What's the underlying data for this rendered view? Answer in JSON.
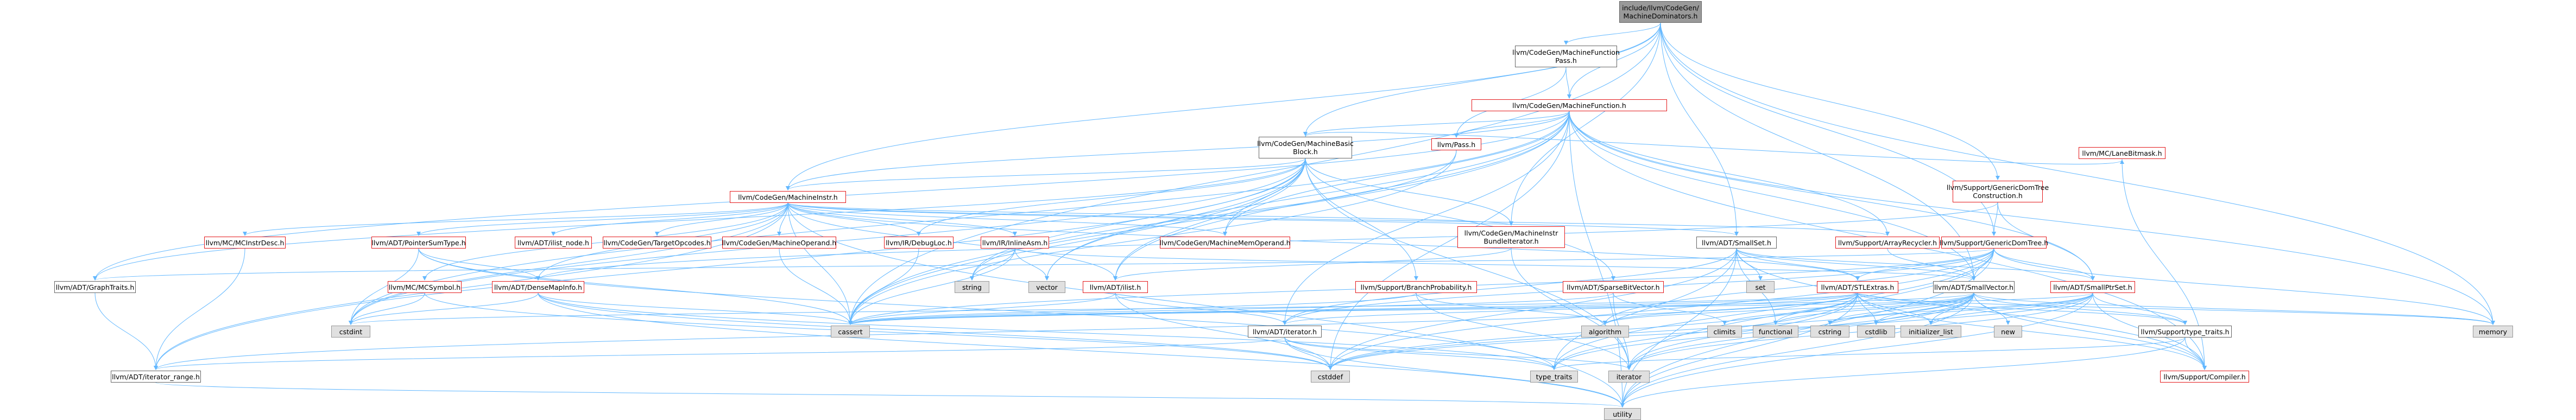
{
  "colors": {
    "edge": "#63b8ff",
    "background": "#ffffff",
    "documented_border": "#666666",
    "incomplete_border": "#e41a1c",
    "external_fill": "#e0e0e0",
    "root_fill": "#999999"
  },
  "nodes": [
    {
      "id": "root",
      "label": "include/llvm/CodeGen/\nMachineDominators.h",
      "kind": "root"
    },
    {
      "id": "mfpass",
      "label": "llvm/CodeGen/MachineFunction\nPass.h",
      "kind": "doc"
    },
    {
      "id": "mf",
      "label": "llvm/CodeGen/MachineFunction.h",
      "kind": "red"
    },
    {
      "id": "mbb",
      "label": "llvm/CodeGen/MachineBasic\nBlock.h",
      "kind": "doc"
    },
    {
      "id": "pass",
      "label": "llvm/Pass.h",
      "kind": "red"
    },
    {
      "id": "gdtc",
      "label": "llvm/Support/GenericDomTree\nConstruction.h",
      "kind": "red"
    },
    {
      "id": "lanebit",
      "label": "llvm/MC/LaneBitmask.h",
      "kind": "red"
    },
    {
      "id": "mi",
      "label": "llvm/CodeGen/MachineInstr.h",
      "kind": "red"
    },
    {
      "id": "gdt",
      "label": "llvm/Support/GenericDomTree.h",
      "kind": "red"
    },
    {
      "id": "mcinstrdesc",
      "label": "llvm/MC/MCInstrDesc.h",
      "kind": "red"
    },
    {
      "id": "ptrsum",
      "label": "llvm/ADT/PointerSumType.h",
      "kind": "red"
    },
    {
      "id": "ilistnode",
      "label": "llvm/ADT/ilist_node.h",
      "kind": "red"
    },
    {
      "id": "targetop",
      "label": "llvm/CodeGen/TargetOpcodes.h",
      "kind": "red"
    },
    {
      "id": "mop",
      "label": "llvm/CodeGen/MachineOperand.h",
      "kind": "red"
    },
    {
      "id": "debugloc",
      "label": "llvm/IR/DebugLoc.h",
      "kind": "red"
    },
    {
      "id": "inlineasm",
      "label": "llvm/IR/InlineAsm.h",
      "kind": "red"
    },
    {
      "id": "mmo",
      "label": "llvm/CodeGen/MachineMemOperand.h",
      "kind": "red"
    },
    {
      "id": "mibundle",
      "label": "llvm/CodeGen/MachineInstr\nBundleIterator.h",
      "kind": "red"
    },
    {
      "id": "smallset",
      "label": "llvm/ADT/SmallSet.h",
      "kind": "doc"
    },
    {
      "id": "arrayrec",
      "label": "llvm/Support/ArrayRecycler.h",
      "kind": "red"
    },
    {
      "id": "graphtraits",
      "label": "llvm/ADT/GraphTraits.h",
      "kind": "doc"
    },
    {
      "id": "mcsymbol",
      "label": "llvm/MC/MCSymbol.h",
      "kind": "red"
    },
    {
      "id": "densemapinfo",
      "label": "llvm/ADT/DenseMapInfo.h",
      "kind": "red"
    },
    {
      "id": "ilist",
      "label": "llvm/ADT/ilist.h",
      "kind": "red"
    },
    {
      "id": "branchprob",
      "label": "llvm/Support/BranchProbability.h",
      "kind": "red"
    },
    {
      "id": "sparsebit",
      "label": "llvm/ADT/SparseBitVector.h",
      "kind": "red"
    },
    {
      "id": "stlextras",
      "label": "llvm/ADT/STLExtras.h",
      "kind": "red"
    },
    {
      "id": "smallvector",
      "label": "llvm/ADT/SmallVector.h",
      "kind": "doc"
    },
    {
      "id": "smallptrset",
      "label": "llvm/ADT/SmallPtrSet.h",
      "kind": "red"
    },
    {
      "id": "iterator",
      "label": "llvm/ADT/iterator.h",
      "kind": "doc"
    },
    {
      "id": "typetraits",
      "label": "llvm/Support/type_traits.h",
      "kind": "doc"
    },
    {
      "id": "iterrange",
      "label": "llvm/ADT/iterator_range.h",
      "kind": "doc"
    },
    {
      "id": "compiler",
      "label": "llvm/Support/Compiler.h",
      "kind": "red"
    },
    {
      "id": "string",
      "label": "string",
      "kind": "ext"
    },
    {
      "id": "vector",
      "label": "vector",
      "kind": "ext"
    },
    {
      "id": "set",
      "label": "set",
      "kind": "ext"
    },
    {
      "id": "cstdint",
      "label": "cstdint",
      "kind": "ext"
    },
    {
      "id": "cassert",
      "label": "cassert",
      "kind": "ext"
    },
    {
      "id": "algorithm",
      "label": "algorithm",
      "kind": "ext"
    },
    {
      "id": "climits",
      "label": "climits",
      "kind": "ext"
    },
    {
      "id": "functional",
      "label": "functional",
      "kind": "ext"
    },
    {
      "id": "cstring",
      "label": "cstring",
      "kind": "ext"
    },
    {
      "id": "cstdlib",
      "label": "cstdlib",
      "kind": "ext"
    },
    {
      "id": "initlist",
      "label": "initializer_list",
      "kind": "ext"
    },
    {
      "id": "new",
      "label": "new",
      "kind": "ext"
    },
    {
      "id": "memory",
      "label": "memory",
      "kind": "ext"
    },
    {
      "id": "cstddef",
      "label": "cstddef",
      "kind": "ext"
    },
    {
      "id": "type_traits",
      "label": "type_traits",
      "kind": "ext"
    },
    {
      "id": "iter",
      "label": "iterator",
      "kind": "ext"
    },
    {
      "id": "utility",
      "label": "utility",
      "kind": "ext"
    }
  ],
  "edges": [
    [
      "root",
      "mfpass"
    ],
    [
      "root",
      "mf"
    ],
    [
      "root",
      "mbb"
    ],
    [
      "root",
      "mi"
    ],
    [
      "root",
      "gdtc"
    ],
    [
      "root",
      "gdt"
    ],
    [
      "root",
      "smallset"
    ],
    [
      "root",
      "mibundle"
    ],
    [
      "root",
      "smallvector"
    ],
    [
      "root",
      "memory"
    ],
    [
      "root",
      "cassert"
    ],
    [
      "mfpass",
      "mf"
    ],
    [
      "mfpass",
      "pass"
    ],
    [
      "mf",
      "mbb"
    ],
    [
      "mf",
      "pass"
    ],
    [
      "mf",
      "arrayrec"
    ],
    [
      "mf",
      "graphtraits"
    ],
    [
      "mf",
      "smallvector"
    ],
    [
      "mf",
      "mi"
    ],
    [
      "mf",
      "ilist"
    ],
    [
      "mf",
      "iterator"
    ],
    [
      "mf",
      "cstdint"
    ],
    [
      "mf",
      "memory"
    ],
    [
      "mf",
      "utility"
    ],
    [
      "mf",
      "vector"
    ],
    [
      "mf",
      "cassert"
    ],
    [
      "mf",
      "cstddef"
    ],
    [
      "mf",
      "smallptrset"
    ],
    [
      "mf",
      "mmo"
    ],
    [
      "mf",
      "compiler"
    ],
    [
      "mbb",
      "mi"
    ],
    [
      "mbb",
      "lanebit"
    ],
    [
      "mbb",
      "mibundle"
    ],
    [
      "mbb",
      "debugloc"
    ],
    [
      "mbb",
      "graphtraits"
    ],
    [
      "mbb",
      "iterrange"
    ],
    [
      "mbb",
      "ilist"
    ],
    [
      "mbb",
      "branchprob"
    ],
    [
      "mbb",
      "sparsebit"
    ],
    [
      "mbb",
      "cassert"
    ],
    [
      "mbb",
      "cstdint"
    ],
    [
      "mbb",
      "iter"
    ],
    [
      "mbb",
      "string"
    ],
    [
      "mbb",
      "vector"
    ],
    [
      "mbb",
      "mmo"
    ],
    [
      "pass",
      "string"
    ],
    [
      "pass",
      "cassert"
    ],
    [
      "gdtc",
      "gdt"
    ],
    [
      "gdtc",
      "smallptrset"
    ],
    [
      "gdtc",
      "densemapinfo"
    ],
    [
      "lanebit",
      "compiler"
    ],
    [
      "gdt",
      "graphtraits"
    ],
    [
      "gdt",
      "iterator"
    ],
    [
      "gdt",
      "smallptrset"
    ],
    [
      "gdt",
      "smallvector"
    ],
    [
      "gdt",
      "algorithm"
    ],
    [
      "gdt",
      "cassert"
    ],
    [
      "gdt",
      "cstddef"
    ],
    [
      "gdt",
      "iter"
    ],
    [
      "gdt",
      "memory"
    ],
    [
      "gdt",
      "type_traits"
    ],
    [
      "gdt",
      "utility"
    ],
    [
      "gdt",
      "stlextras"
    ],
    [
      "mi",
      "mcinstrdesc"
    ],
    [
      "mi",
      "ptrsum"
    ],
    [
      "mi",
      "ilistnode"
    ],
    [
      "mi",
      "targetop"
    ],
    [
      "mi",
      "mop"
    ],
    [
      "mi",
      "debugloc"
    ],
    [
      "mi",
      "inlineasm"
    ],
    [
      "mi",
      "mmo"
    ],
    [
      "mi",
      "mibundle"
    ],
    [
      "mi",
      "smallset"
    ],
    [
      "mi",
      "arrayrec"
    ],
    [
      "mi",
      "mcsymbol"
    ],
    [
      "mi",
      "densemapinfo"
    ],
    [
      "mi",
      "ilist"
    ],
    [
      "mi",
      "iterrange"
    ],
    [
      "mi",
      "cassert"
    ],
    [
      "mi",
      "cstdint"
    ],
    [
      "mi",
      "utility"
    ],
    [
      "mi",
      "stlextras"
    ],
    [
      "mcinstrdesc",
      "iterrange"
    ],
    [
      "ptrsum",
      "densemapinfo"
    ],
    [
      "ptrsum",
      "cassert"
    ],
    [
      "ptrsum",
      "cstdint"
    ],
    [
      "ptrsum",
      "type_traits"
    ],
    [
      "mop",
      "cassert"
    ],
    [
      "debugloc",
      "cassert"
    ],
    [
      "inlineasm",
      "smallvector"
    ],
    [
      "inlineasm",
      "cassert"
    ],
    [
      "inlineasm",
      "string"
    ],
    [
      "inlineasm",
      "vector"
    ],
    [
      "mibundle",
      "ilist"
    ],
    [
      "mibundle",
      "iter"
    ],
    [
      "smallset",
      "smallptrset"
    ],
    [
      "smallset",
      "smallvector"
    ],
    [
      "smallset",
      "stlextras"
    ],
    [
      "smallset",
      "iterator"
    ],
    [
      "smallset",
      "compiler"
    ],
    [
      "smallset",
      "type_traits"
    ],
    [
      "smallset",
      "cstddef"
    ],
    [
      "smallset",
      "functional"
    ],
    [
      "smallset",
      "set"
    ],
    [
      "smallset",
      "utility"
    ],
    [
      "arrayrec",
      "smallvector"
    ],
    [
      "graphtraits",
      "iterrange"
    ],
    [
      "mcsymbol",
      "cstddef"
    ],
    [
      "mcsymbol",
      "cstdint"
    ],
    [
      "densemapinfo",
      "cassert"
    ],
    [
      "densemapinfo",
      "cstddef"
    ],
    [
      "densemapinfo",
      "cstdint"
    ],
    [
      "densemapinfo",
      "tuple_none_placeholder_skip"
    ],
    [
      "densemapinfo",
      "type_traits"
    ],
    [
      "densemapinfo",
      "utility"
    ],
    [
      "ilist",
      "iterator"
    ],
    [
      "ilist",
      "cassert"
    ],
    [
      "ilist",
      "cstddef"
    ],
    [
      "branchprob",
      "algorithm"
    ],
    [
      "branchprob",
      "cassert"
    ],
    [
      "branchprob",
      "iter"
    ],
    [
      "branchprob",
      "numeric_skip"
    ],
    [
      "sparsebit",
      "iter"
    ],
    [
      "sparsebit",
      "climits"
    ],
    [
      "sparsebit",
      "cassert"
    ],
    [
      "stlextras",
      "iterator"
    ],
    [
      "stlextras",
      "iterrange"
    ],
    [
      "stlextras",
      "algorithm"
    ],
    [
      "stlextras",
      "cassert"
    ],
    [
      "stlextras",
      "cstddef"
    ],
    [
      "stlextras",
      "cstdint"
    ],
    [
      "stlextras",
      "cstdlib"
    ],
    [
      "stlextras",
      "functional"
    ],
    [
      "stlextras",
      "initlist"
    ],
    [
      "stlextras",
      "iter"
    ],
    [
      "stlextras",
      "limits_skip"
    ],
    [
      "stlextras",
      "memory"
    ],
    [
      "stlextras",
      "type_traits"
    ],
    [
      "stlextras",
      "utility"
    ],
    [
      "stlextras",
      "typetraits"
    ],
    [
      "stlextras",
      "compiler"
    ],
    [
      "smallvector",
      "compiler"
    ],
    [
      "smallvector",
      "algorithm"
    ],
    [
      "smallvector",
      "cassert"
    ],
    [
      "smallvector",
      "cstddef"
    ],
    [
      "smallvector",
      "cstdlib"
    ],
    [
      "smallvector",
      "cstring"
    ],
    [
      "smallvector",
      "functional"
    ],
    [
      "smallvector",
      "initlist"
    ],
    [
      "smallvector",
      "iter"
    ],
    [
      "smallvector",
      "climits"
    ],
    [
      "smallvector",
      "memory"
    ],
    [
      "smallvector",
      "new"
    ],
    [
      "smallvector",
      "type_traits"
    ],
    [
      "smallvector",
      "utility"
    ],
    [
      "smallvector",
      "typetraits"
    ],
    [
      "smallptrset",
      "compiler"
    ],
    [
      "smallptrset",
      "typetraits"
    ],
    [
      "smallptrset",
      "cassert"
    ],
    [
      "smallptrset",
      "cstddef"
    ],
    [
      "smallptrset",
      "cstdlib"
    ],
    [
      "smallptrset",
      "cstring"
    ],
    [
      "smallptrset",
      "initlist"
    ],
    [
      "smallptrset",
      "iter"
    ],
    [
      "smallptrset",
      "utility"
    ],
    [
      "iterator",
      "iterrange"
    ],
    [
      "iterator",
      "cstddef"
    ],
    [
      "iterator",
      "iter"
    ],
    [
      "iterator",
      "type_traits"
    ],
    [
      "iterator",
      "utility"
    ],
    [
      "typetraits",
      "compiler"
    ],
    [
      "typetraits",
      "type_traits"
    ],
    [
      "typetraits",
      "utility"
    ],
    [
      "iterrange",
      "utility"
    ],
    [
      "compiler",
      "utility_skip"
    ]
  ]
}
